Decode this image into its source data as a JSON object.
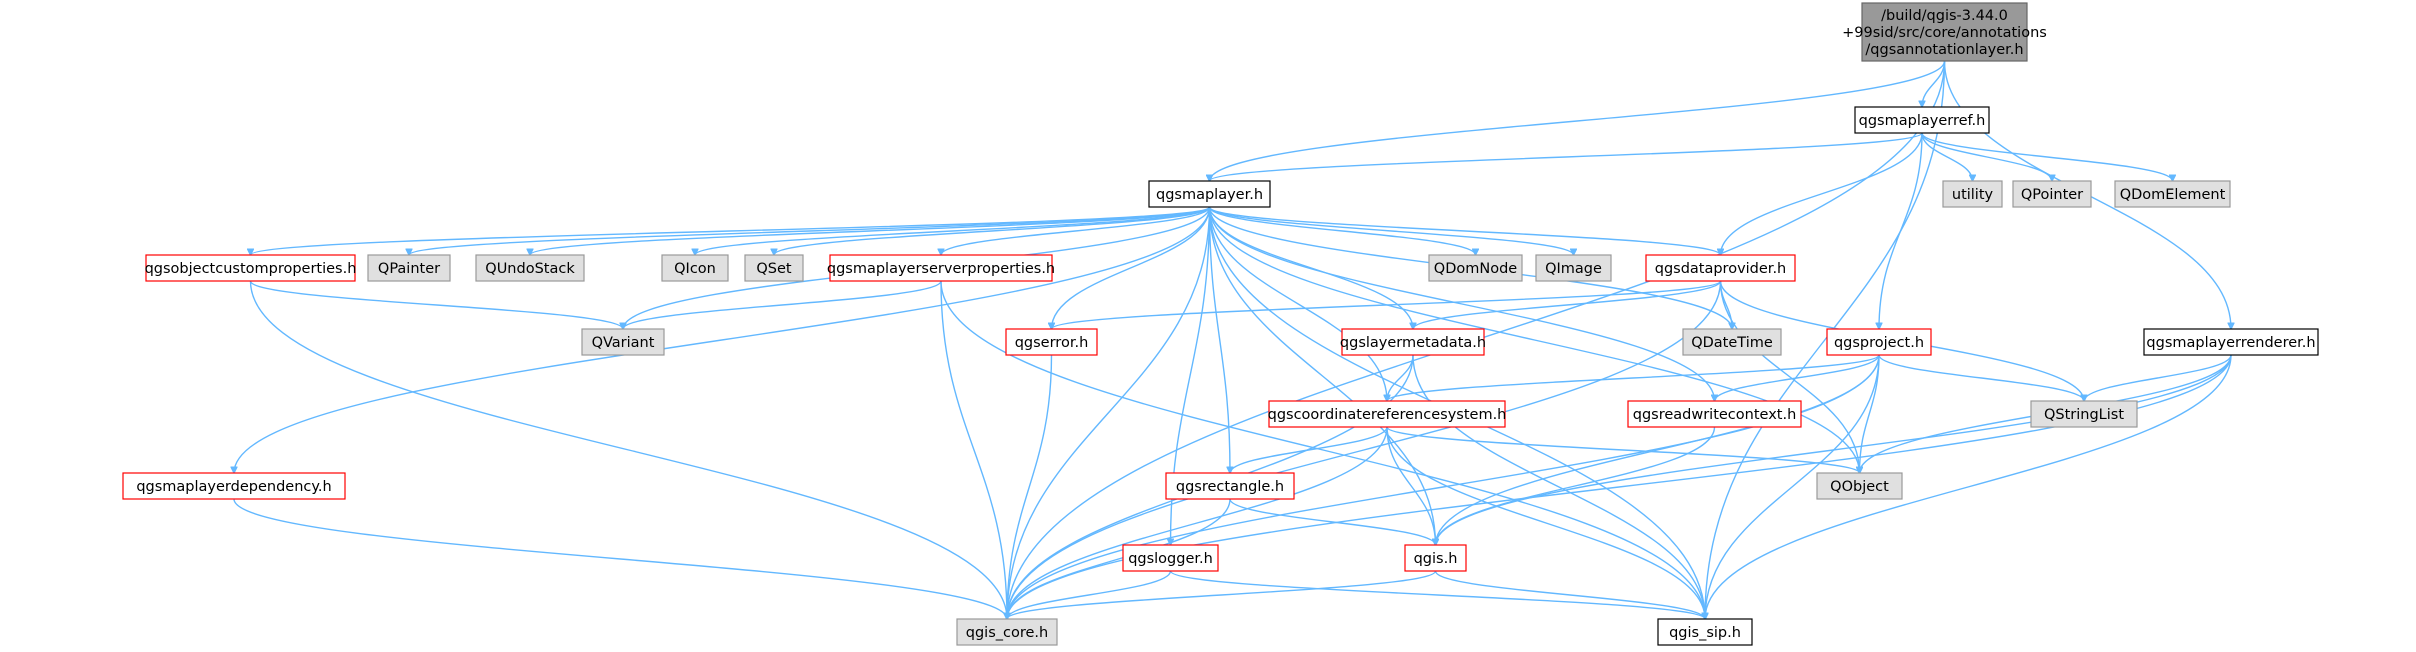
{
  "diagram": {
    "colors": {
      "edge": "#63b8ff",
      "root_fill": "#999999",
      "root_border": "#666666",
      "header_fill": "#ffffff",
      "header_border": "#000000",
      "linked_border": "#ff0000",
      "external_fill": "#e0e0e0",
      "external_border": "#999999"
    },
    "nodes": [
      {
        "id": "root",
        "lines": [
          "/build/qgis-3.44.0",
          "+99sid/src/core/annotations",
          "/qgsannotationlayer.h"
        ],
        "kind": "root"
      },
      {
        "id": "qgsmaplayerref",
        "lines": [
          "qgsmaplayerref.h"
        ],
        "kind": "header"
      },
      {
        "id": "qgsmaplayer",
        "lines": [
          "qgsmaplayer.h"
        ],
        "kind": "header"
      },
      {
        "id": "utility",
        "lines": [
          "utility"
        ],
        "kind": "external"
      },
      {
        "id": "QPointer",
        "lines": [
          "QPointer"
        ],
        "kind": "external"
      },
      {
        "id": "QDomElement",
        "lines": [
          "QDomElement"
        ],
        "kind": "external"
      },
      {
        "id": "qgsobjectcustomproperties",
        "lines": [
          "qgsobjectcustomproperties.h"
        ],
        "kind": "linked"
      },
      {
        "id": "QPainter",
        "lines": [
          "QPainter"
        ],
        "kind": "external"
      },
      {
        "id": "QUndoStack",
        "lines": [
          "QUndoStack"
        ],
        "kind": "external"
      },
      {
        "id": "QIcon",
        "lines": [
          "QIcon"
        ],
        "kind": "external"
      },
      {
        "id": "QSet",
        "lines": [
          "QSet"
        ],
        "kind": "external"
      },
      {
        "id": "qgsmaplayerserverproperties",
        "lines": [
          "qgsmaplayerserverproperties.h"
        ],
        "kind": "linked"
      },
      {
        "id": "QDomNode",
        "lines": [
          "QDomNode"
        ],
        "kind": "external"
      },
      {
        "id": "QImage",
        "lines": [
          "QImage"
        ],
        "kind": "external"
      },
      {
        "id": "qgsdataprovider",
        "lines": [
          "qgsdataprovider.h"
        ],
        "kind": "linked"
      },
      {
        "id": "QVariant",
        "lines": [
          "QVariant"
        ],
        "kind": "external"
      },
      {
        "id": "qgserror",
        "lines": [
          "qgserror.h"
        ],
        "kind": "linked"
      },
      {
        "id": "qgslayermetadata",
        "lines": [
          "qgslayermetadata.h"
        ],
        "kind": "linked"
      },
      {
        "id": "QDateTime",
        "lines": [
          "QDateTime"
        ],
        "kind": "external"
      },
      {
        "id": "qgsproject",
        "lines": [
          "qgsproject.h"
        ],
        "kind": "linked"
      },
      {
        "id": "qgsmaplayerrenderer",
        "lines": [
          "qgsmaplayerrenderer.h"
        ],
        "kind": "header"
      },
      {
        "id": "QStringList",
        "lines": [
          "QStringList"
        ],
        "kind": "external"
      },
      {
        "id": "qgscoordinatereferencesystem",
        "lines": [
          "qgscoordinatereferencesystem.h"
        ],
        "kind": "linked"
      },
      {
        "id": "qgsreadwritecontext",
        "lines": [
          "qgsreadwritecontext.h"
        ],
        "kind": "linked"
      },
      {
        "id": "qgsmaplayerdependency",
        "lines": [
          "qgsmaplayerdependency.h"
        ],
        "kind": "linked"
      },
      {
        "id": "qgsrectangle",
        "lines": [
          "qgsrectangle.h"
        ],
        "kind": "linked"
      },
      {
        "id": "QObject",
        "lines": [
          "QObject"
        ],
        "kind": "external"
      },
      {
        "id": "qgslogger",
        "lines": [
          "qgslogger.h"
        ],
        "kind": "linked"
      },
      {
        "id": "qgis",
        "lines": [
          "qgis.h"
        ],
        "kind": "linked"
      },
      {
        "id": "qgis_core",
        "lines": [
          "qgis_core.h"
        ],
        "kind": "external"
      },
      {
        "id": "qgis_sip",
        "lines": [
          "qgis_sip.h"
        ],
        "kind": "header"
      }
    ],
    "edges": [
      [
        "root",
        "qgsmaplayerref"
      ],
      [
        "root",
        "qgsmaplayer"
      ],
      [
        "root",
        "qgsmaplayerrenderer"
      ],
      [
        "root",
        "qgis_core"
      ],
      [
        "root",
        "qgis_sip"
      ],
      [
        "qgsmaplayerref",
        "qgsmaplayer"
      ],
      [
        "qgsmaplayerref",
        "utility"
      ],
      [
        "qgsmaplayerref",
        "QPointer"
      ],
      [
        "qgsmaplayerref",
        "QDomElement"
      ],
      [
        "qgsmaplayerref",
        "qgsdataprovider"
      ],
      [
        "qgsmaplayerref",
        "qgsproject"
      ],
      [
        "qgsmaplayer",
        "qgsobjectcustomproperties"
      ],
      [
        "qgsmaplayer",
        "QPainter"
      ],
      [
        "qgsmaplayer",
        "QUndoStack"
      ],
      [
        "qgsmaplayer",
        "QIcon"
      ],
      [
        "qgsmaplayer",
        "QSet"
      ],
      [
        "qgsmaplayer",
        "qgsmaplayerserverproperties"
      ],
      [
        "qgsmaplayer",
        "QDomNode"
      ],
      [
        "qgsmaplayer",
        "QImage"
      ],
      [
        "qgsmaplayer",
        "qgsdataprovider"
      ],
      [
        "qgsmaplayer",
        "QVariant"
      ],
      [
        "qgsmaplayer",
        "qgserror"
      ],
      [
        "qgsmaplayer",
        "qgslayermetadata"
      ],
      [
        "qgsmaplayer",
        "QDateTime"
      ],
      [
        "qgsmaplayer",
        "qgscoordinatereferencesystem"
      ],
      [
        "qgsmaplayer",
        "qgsreadwritecontext"
      ],
      [
        "qgsmaplayer",
        "qgsmaplayerdependency"
      ],
      [
        "qgsmaplayer",
        "qgsrectangle"
      ],
      [
        "qgsmaplayer",
        "qgslogger"
      ],
      [
        "qgsmaplayer",
        "qgis"
      ],
      [
        "qgsmaplayer",
        "qgis_core"
      ],
      [
        "qgsmaplayer",
        "qgis_sip"
      ],
      [
        "qgsmaplayer",
        "QObject"
      ],
      [
        "qgsobjectcustomproperties",
        "QVariant"
      ],
      [
        "qgsobjectcustomproperties",
        "qgis_core"
      ],
      [
        "qgsmaplayerserverproperties",
        "QVariant"
      ],
      [
        "qgsmaplayerserverproperties",
        "qgis_core"
      ],
      [
        "qgsmaplayerserverproperties",
        "qgis_sip"
      ],
      [
        "qgsdataprovider",
        "qgserror"
      ],
      [
        "qgsdataprovider",
        "qgslayermetadata"
      ],
      [
        "qgsdataprovider",
        "QDateTime"
      ],
      [
        "qgsdataprovider",
        "QStringList"
      ],
      [
        "qgsdataprovider",
        "QObject"
      ],
      [
        "qgsdataprovider",
        "qgis_core"
      ],
      [
        "qgserror",
        "qgis_core"
      ],
      [
        "qgslayermetadata",
        "qgscoordinatereferencesystem"
      ],
      [
        "qgslayermetadata",
        "qgis_core"
      ],
      [
        "qgslayermetadata",
        "qgis_sip"
      ],
      [
        "qgsproject",
        "QStringList"
      ],
      [
        "qgsproject",
        "qgscoordinatereferencesystem"
      ],
      [
        "qgsproject",
        "qgsreadwritecontext"
      ],
      [
        "qgsproject",
        "QObject"
      ],
      [
        "qgsproject",
        "qgis"
      ],
      [
        "qgsproject",
        "qgis_core"
      ],
      [
        "qgsproject",
        "qgis_sip"
      ],
      [
        "qgsmaplayerrenderer",
        "QStringList"
      ],
      [
        "qgsmaplayerrenderer",
        "QObject"
      ],
      [
        "qgsmaplayerrenderer",
        "qgis"
      ],
      [
        "qgsmaplayerrenderer",
        "qgis_core"
      ],
      [
        "qgsmaplayerrenderer",
        "qgis_sip"
      ],
      [
        "qgscoordinatereferencesystem",
        "qgsrectangle"
      ],
      [
        "qgscoordinatereferencesystem",
        "QObject"
      ],
      [
        "qgscoordinatereferencesystem",
        "qgis"
      ],
      [
        "qgscoordinatereferencesystem",
        "qgis_core"
      ],
      [
        "qgscoordinatereferencesystem",
        "qgis_sip"
      ],
      [
        "qgsreadwritecontext",
        "qgis"
      ],
      [
        "qgsmaplayerdependency",
        "qgis_core"
      ],
      [
        "qgsrectangle",
        "qgis"
      ],
      [
        "qgsrectangle",
        "qgis_core"
      ],
      [
        "qgslogger",
        "qgis_core"
      ],
      [
        "qgslogger",
        "qgis_sip"
      ],
      [
        "qgis",
        "qgis_core"
      ],
      [
        "qgis",
        "qgis_sip"
      ]
    ]
  }
}
